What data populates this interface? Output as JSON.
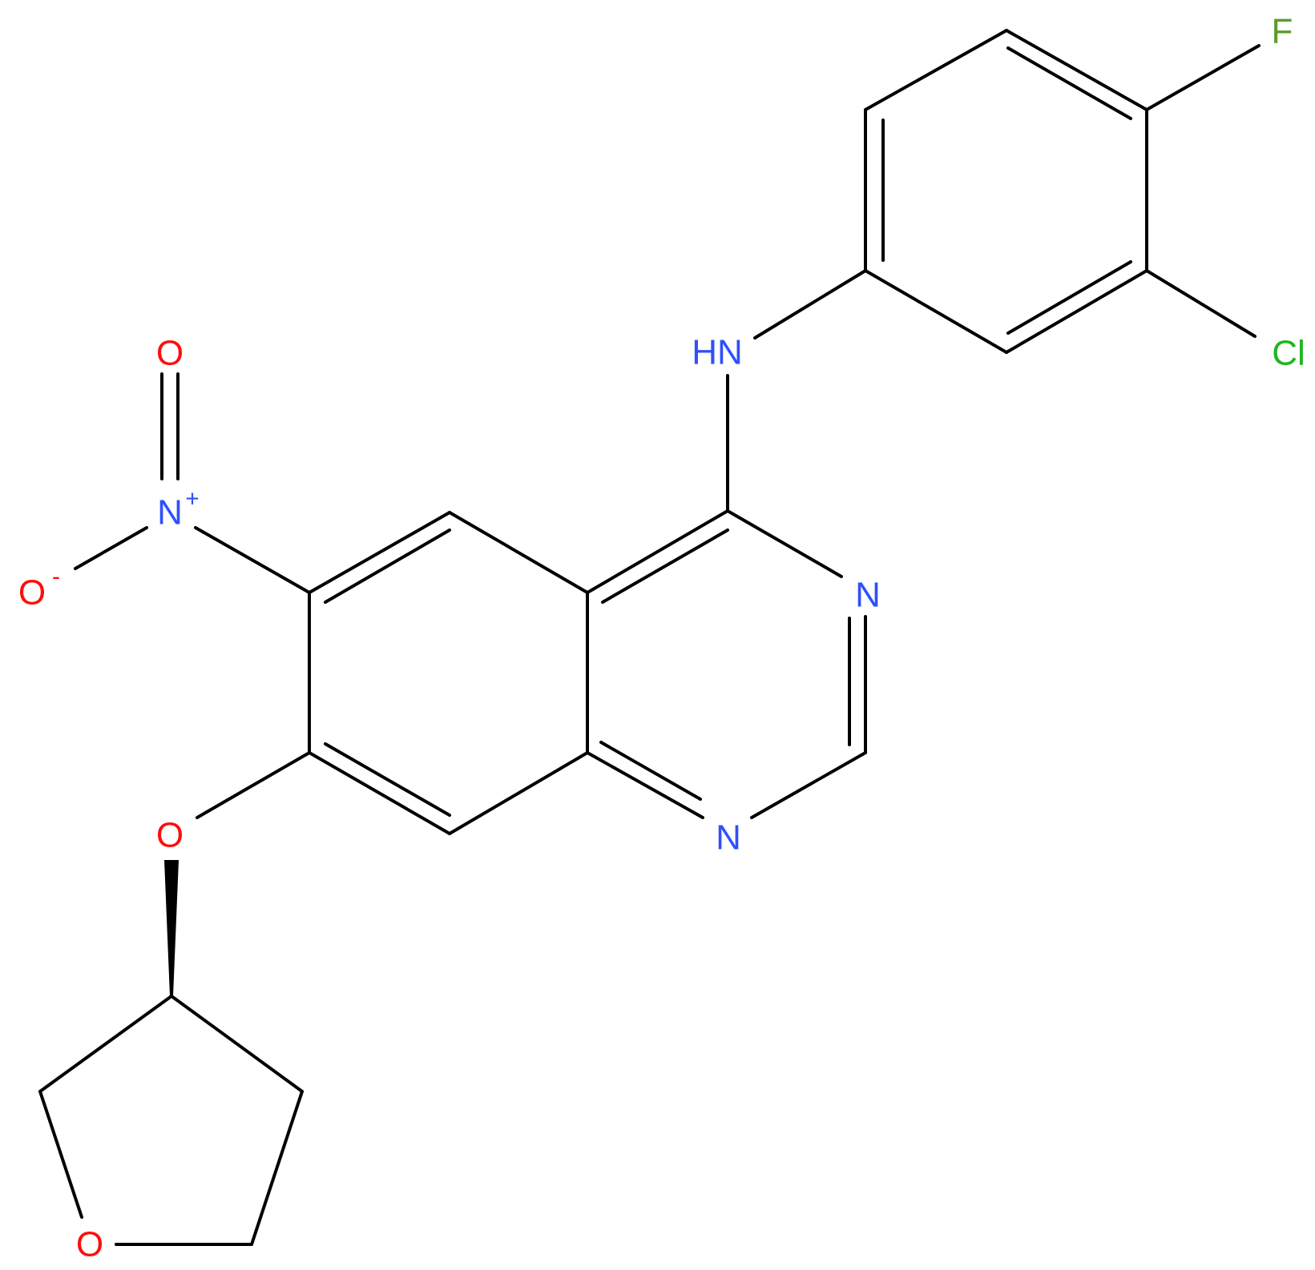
{
  "colors": {
    "bond": "#000000",
    "nitrogen": "#3050F8",
    "oxygen": "#FF0D0D",
    "chlorine": "#1FB51F",
    "fluorine": "#5C9C2A"
  },
  "atoms": {
    "nh": "HN",
    "n_ring_1": "N",
    "n_ring_2": "N",
    "n_nitro": "N",
    "n_nitro_charge": "+",
    "o_nitro_double": "O",
    "o_nitro_single": "O",
    "o_nitro_charge": "-",
    "o_ether": "O",
    "o_thf": "O",
    "cl": "Cl",
    "f": "F"
  }
}
